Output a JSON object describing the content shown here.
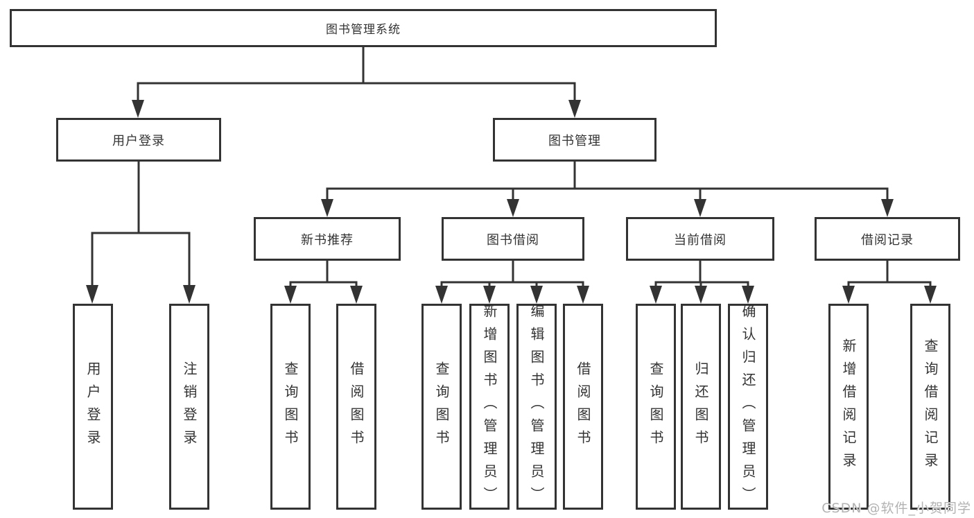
{
  "tree": {
    "root": {
      "label": "图书管理系统"
    },
    "branches": [
      {
        "label": "用户登录",
        "children": [
          {
            "label": "用户登录"
          },
          {
            "label": "注销登录"
          }
        ]
      },
      {
        "label": "图书管理",
        "children": [
          {
            "label": "新书推荐",
            "children": [
              {
                "label": "查询图书"
              },
              {
                "label": "借阅图书"
              }
            ]
          },
          {
            "label": "图书借阅",
            "children": [
              {
                "label": "查询图书"
              },
              {
                "label": "新增图书（管理员）"
              },
              {
                "label": "编辑图书（管理员）"
              },
              {
                "label": "借阅图书"
              }
            ]
          },
          {
            "label": "当前借阅",
            "children": [
              {
                "label": "查询图书"
              },
              {
                "label": "归还图书"
              },
              {
                "label": "确认归还（管理员）"
              }
            ]
          },
          {
            "label": "借阅记录",
            "children": [
              {
                "label": "新增借阅记录"
              },
              {
                "label": "查询借阅记录"
              }
            ]
          }
        ]
      }
    ]
  },
  "watermark": {
    "text": "CSDN @软件_小贺同学"
  },
  "colors": {
    "line": "#333333",
    "text": "#333333",
    "watermark": "#b3b3b3",
    "background": "#ffffff"
  }
}
